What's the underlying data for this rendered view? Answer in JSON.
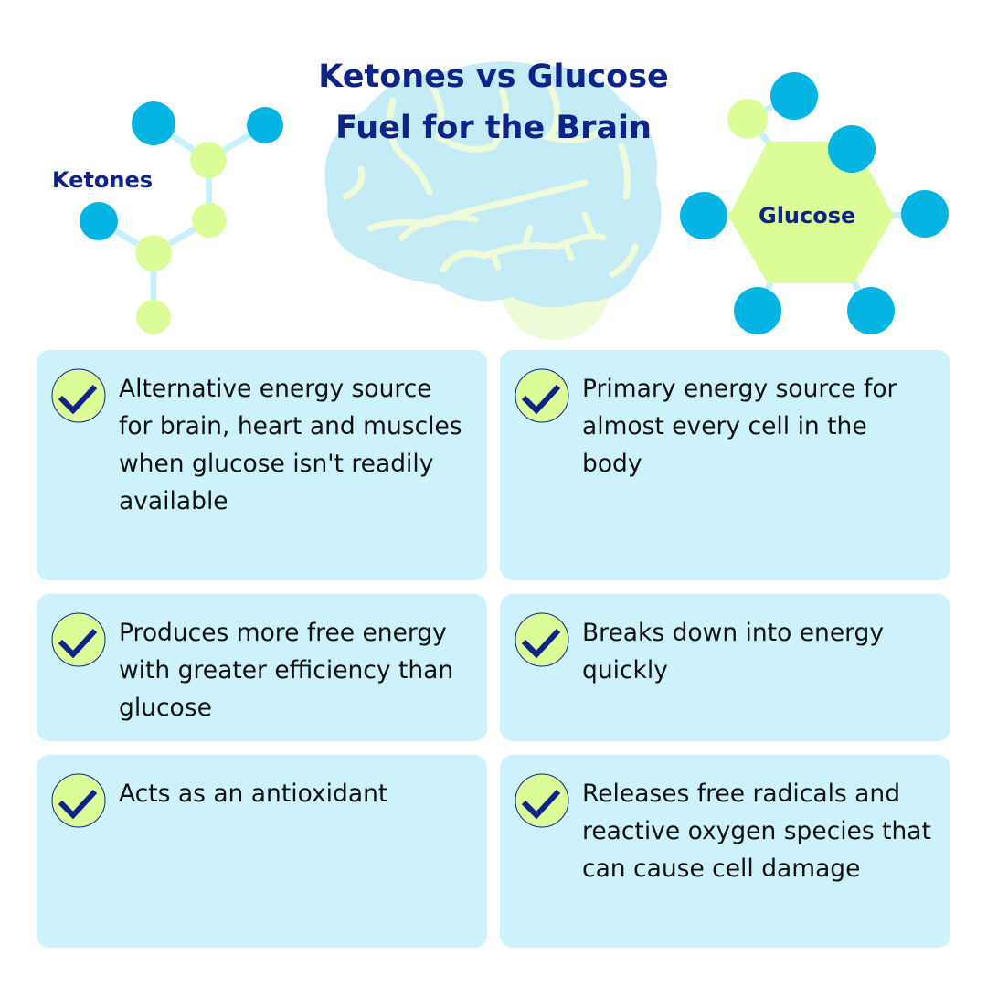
{
  "title": {
    "line1": "Ketones vs Glucose",
    "line2": "Fuel for the Brain"
  },
  "ketones_label": "Ketones",
  "glucose_label": "Glucose",
  "colors": {
    "navy": "#0d2387",
    "card": "#cdf2fb",
    "lime": "#dcfc98",
    "blue": "#04b4e2",
    "brain": "#c5ebf7"
  },
  "cards": [
    {
      "text": "Alternative energy source for brain, heart and muscles when glucose isn't readily available"
    },
    {
      "text": "Primary energy source for almost every cell in the body"
    },
    {
      "text": "Produces more free energy with greater efficiency than glucose"
    },
    {
      "text": "Breaks down into energy quickly"
    },
    {
      "text": "Acts as an antioxidant"
    },
    {
      "text": "Releases free radicals and reactive oxygen species that can cause cell damage"
    }
  ]
}
